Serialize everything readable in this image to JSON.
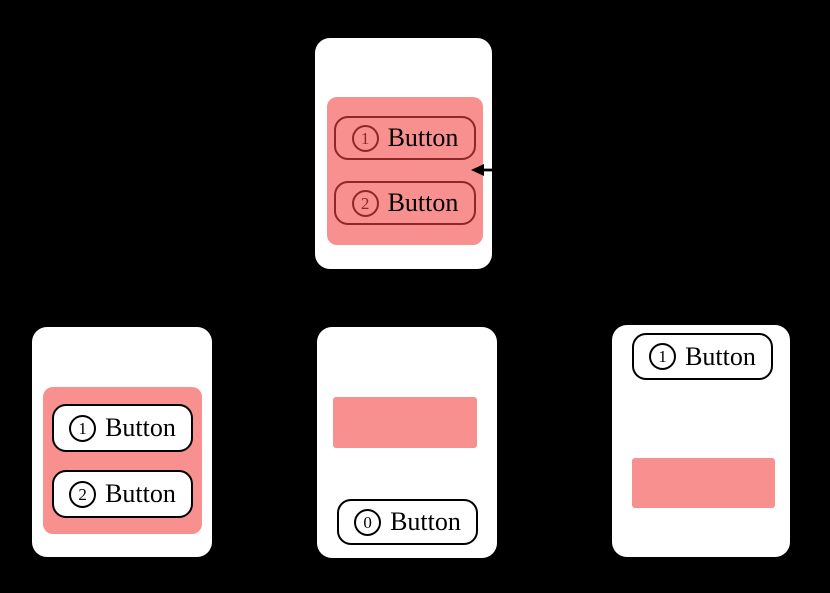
{
  "colors": {
    "background": "#000000",
    "card_white": "#ffffff",
    "highlight_pink": "#f89090",
    "dark_red": "#8e2828",
    "text_black": "#000000"
  },
  "cards": {
    "top": {
      "buttons": [
        {
          "number": "1",
          "label": "Button"
        },
        {
          "number": "2",
          "label": "Button"
        }
      ]
    },
    "bottom_left": {
      "buttons": [
        {
          "number": "1",
          "label": "Button"
        },
        {
          "number": "2",
          "label": "Button"
        }
      ]
    },
    "bottom_middle": {
      "buttons": [
        {
          "number": "0",
          "label": "Button"
        }
      ]
    },
    "bottom_right": {
      "buttons": [
        {
          "number": "1",
          "label": "Button"
        }
      ]
    }
  }
}
